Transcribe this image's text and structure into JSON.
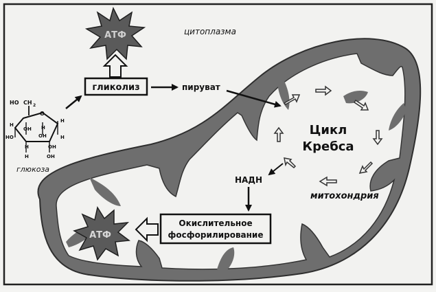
{
  "labels": {
    "cytoplasm": "цитоплазма",
    "glycolysis": "гликолиз",
    "pyruvate": "пируват",
    "krebs_line1": "Цикл",
    "krebs_line2": "Кребса",
    "nadh": "НАДН",
    "mitochondria": "митохондрия",
    "oxphos_line1": "Окислительное",
    "oxphos_line2": "фосфорилирование",
    "atp_top": "АТФ",
    "atp_bottom": "АТФ",
    "glucose": "глюкоза"
  },
  "glucose_formula": {
    "ch2oh_ho": "HO",
    "ch2oh_ch2": "CH",
    "ch2oh_sub": "2",
    "ring_o": "O",
    "atoms": [
      "H",
      "H",
      "OH",
      "H",
      "HO",
      "OH",
      "H",
      "H",
      "OH",
      "H",
      "OH"
    ]
  },
  "colors": {
    "ink": "#111111",
    "membrane": "#6e6e6e",
    "membrane_dark": "#3a3a3a",
    "background": "#f2f2f0",
    "atp_star": "#5a5a5a"
  }
}
